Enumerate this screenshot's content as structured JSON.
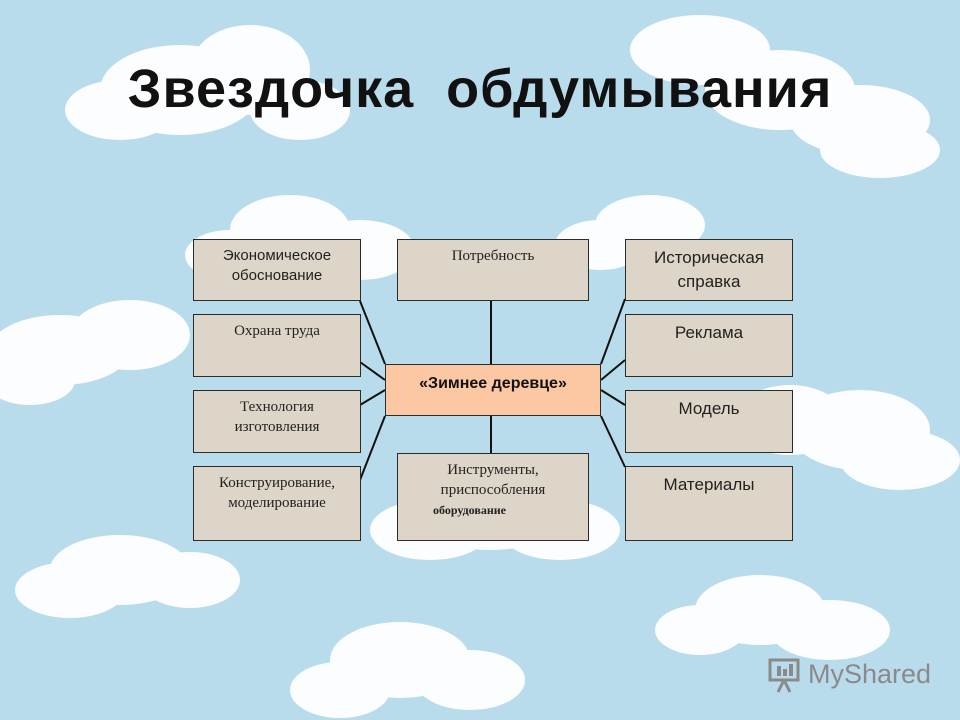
{
  "title": "Звездочка  обдумывания",
  "center": "«Зимнее деревце»",
  "left": [
    {
      "lines": [
        "Экономическое",
        "обоснование"
      ]
    },
    {
      "lines": [
        "Охрана труда"
      ]
    },
    {
      "lines": [
        "Технология",
        "изготовления"
      ]
    },
    {
      "lines": [
        "Конструирование,",
        "моделирование"
      ]
    }
  ],
  "middle": {
    "top": {
      "lines": [
        "Потребность"
      ]
    },
    "bottom": {
      "lines": [
        "Инструменты,",
        "приспособления"
      ],
      "extra": "оборудование"
    }
  },
  "right": [
    {
      "lines": [
        "Историческая",
        "справка"
      ]
    },
    {
      "lines": [
        "Реклама"
      ]
    },
    {
      "lines": [
        "Модель"
      ]
    },
    {
      "lines": [
        "Материалы"
      ]
    }
  ],
  "logo": {
    "text": "MyShared"
  },
  "colors": {
    "sky": "#b9dcec",
    "box": "#ddd5c7",
    "center": "#fcc8a4"
  }
}
